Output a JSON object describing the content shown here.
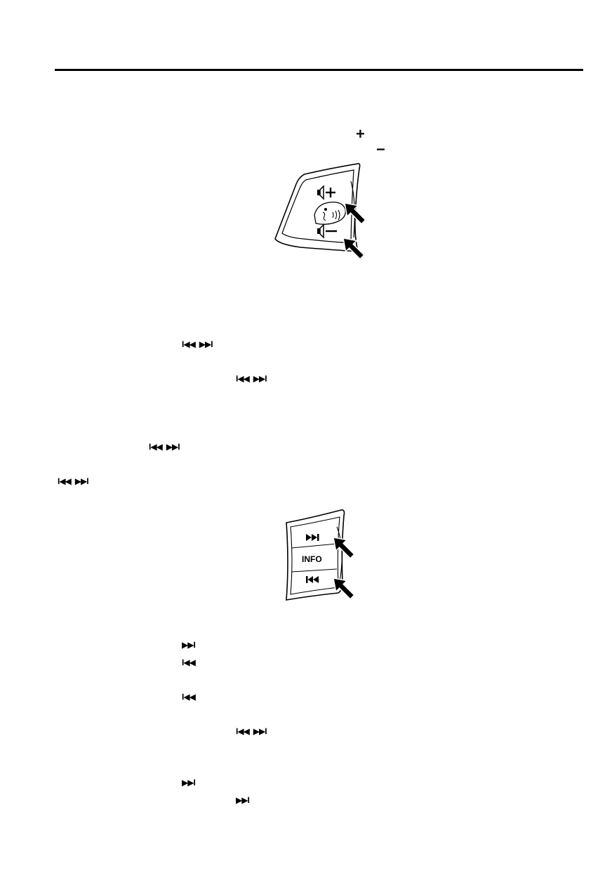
{
  "header": {
    "rule": true
  },
  "volume_section": {
    "plus_symbol": "+",
    "minus_symbol": "−",
    "figure": {
      "switch_labels": [
        "+",
        "−"
      ],
      "arrows": 2
    }
  },
  "seek_refs": [
    {
      "prev": "I◀◀",
      "next": "▶▶I"
    },
    {
      "prev": "I◀◀",
      "next": "▶▶I"
    },
    {
      "prev": "I◀◀",
      "next": "▶▶I"
    },
    {
      "prev": "I◀◀",
      "next": "▶▶I"
    }
  ],
  "seek_section": {
    "figure": {
      "info_label": "INFO",
      "arrows": 2
    }
  },
  "lower_refs": [
    {
      "symbol": "▶▶I"
    },
    {
      "symbol": "I◀◀"
    },
    {
      "symbol": "I◀◀"
    },
    {
      "prev": "I◀◀",
      "next": "▶▶I"
    },
    {
      "symbol": "▶▶I"
    },
    {
      "symbol": "▶▶I"
    }
  ]
}
